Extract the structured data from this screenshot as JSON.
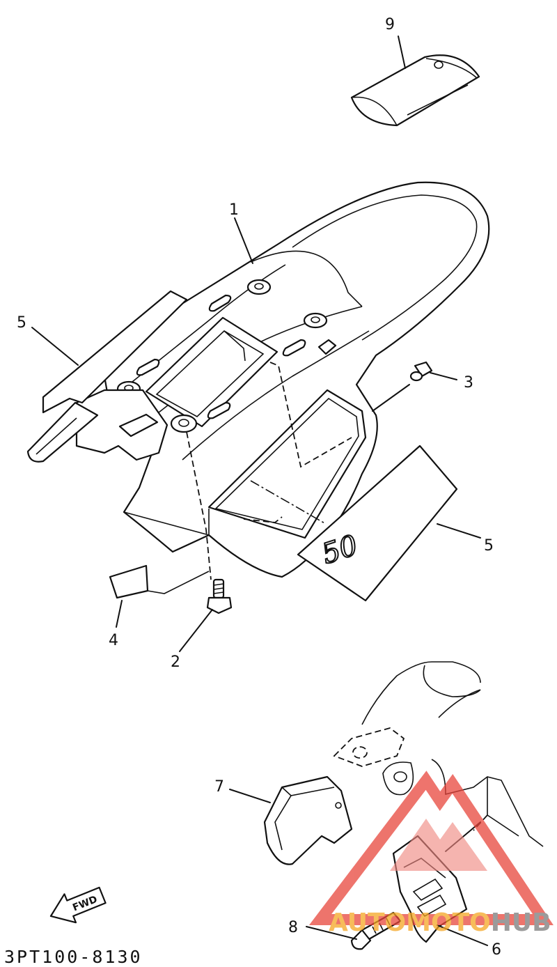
{
  "diagram": {
    "drawing_code": "3PT100-8130",
    "decal_text": "50",
    "fwd_label": "FWD",
    "callouts": [
      {
        "id": "callout-1",
        "label": "1"
      },
      {
        "id": "callout-2",
        "label": "2"
      },
      {
        "id": "callout-3",
        "label": "3"
      },
      {
        "id": "callout-4",
        "label": "4"
      },
      {
        "id": "callout-5a",
        "label": "5"
      },
      {
        "id": "callout-5b",
        "label": "5"
      },
      {
        "id": "callout-6",
        "label": "6"
      },
      {
        "id": "callout-7",
        "label": "7"
      },
      {
        "id": "callout-8",
        "label": "8"
      },
      {
        "id": "callout-9",
        "label": "9"
      }
    ]
  },
  "watermark": {
    "text_orange": "AUTOMOTO",
    "text_grey": "HUB",
    "color_orange": "#f5a623",
    "color_red": "#e8463c",
    "color_grey": "#7a7a7a"
  }
}
